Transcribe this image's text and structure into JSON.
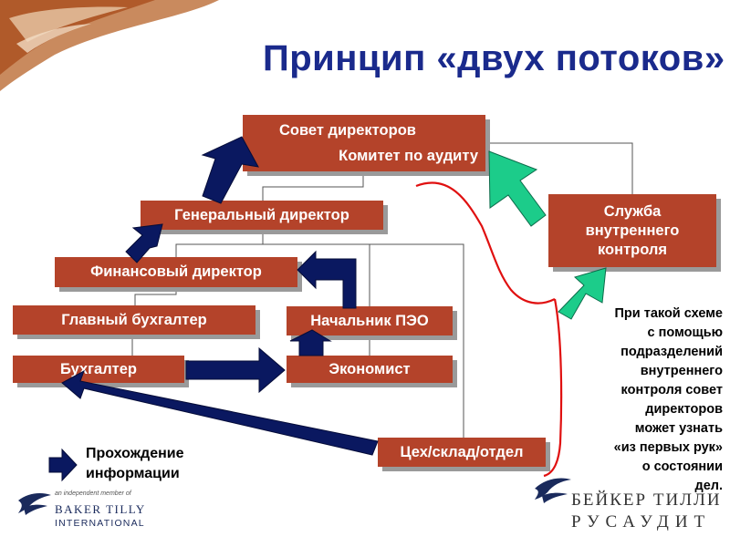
{
  "colors": {
    "box_fill": "#b4432a",
    "box_text": "#ffffff",
    "title": "#1a2a8c",
    "info_arrow": "#0a1860",
    "control_arrow": "#1ccc8a",
    "control_line": "#e01010",
    "corner_decoration": "#b05a2a"
  },
  "title": "Принцип «двух потоков»",
  "boxes": {
    "board_line1": "Совет директоров",
    "board_line2": "Комитет по аудиту",
    "gen_director": "Генеральный директор",
    "fin_director": "Финансовый директор",
    "chief_accountant": "Главный бухгалтер",
    "peo_head": "Начальник ПЭО",
    "accountant": "Бухгалтер",
    "economist": "Экономист",
    "workshop": "Цех/склад/отдел",
    "internal_control": [
      "Служба",
      "внутреннего",
      "контроля"
    ]
  },
  "note_lines": [
    "При такой схеме",
    "с помощью",
    "подразделений",
    "внутреннего",
    "контроля совет",
    "директоров",
    "может узнать",
    "«из первых рук»",
    "о состоянии",
    "дел."
  ],
  "legend": {
    "icon": "dark-blue-arrow",
    "lines": [
      "Прохождение",
      "информации"
    ]
  },
  "logos": {
    "bt_tagline": "an independent member of",
    "bt_name1": "BAKER TILLY",
    "bt_name2": "INTERNATIONAL",
    "br_line1": "БЕЙКЕР ТИЛЛИ",
    "br_line2": "РУСАУДИТ"
  }
}
